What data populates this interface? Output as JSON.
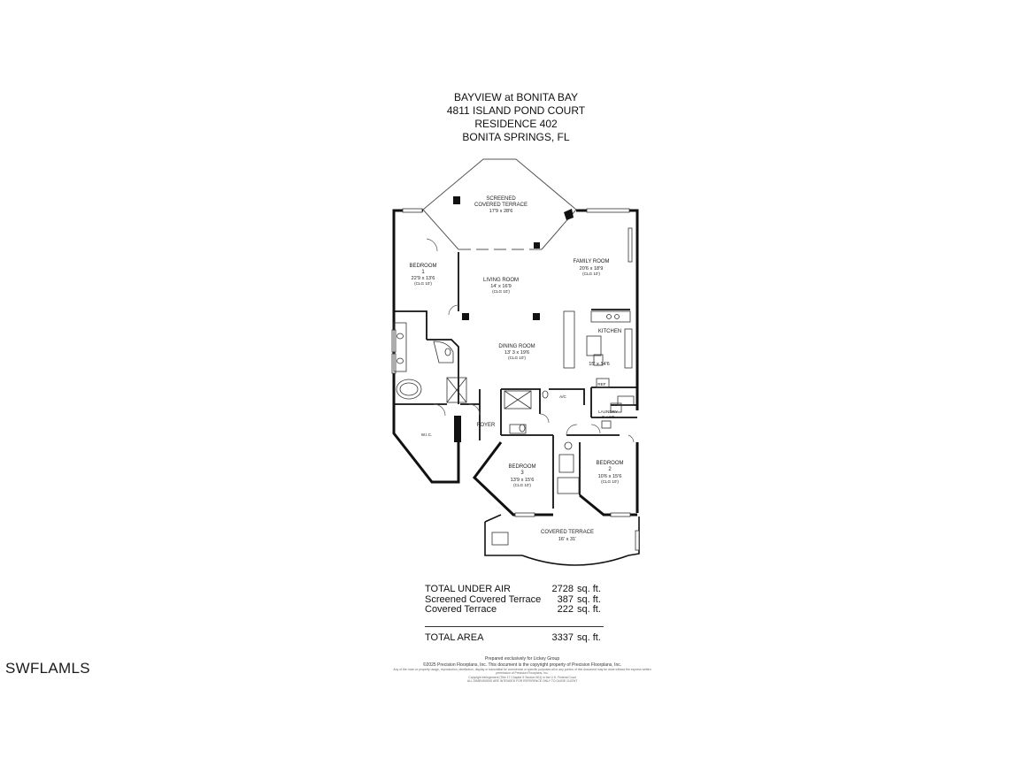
{
  "header": {
    "line1": "BAYVIEW at BONITA BAY",
    "line2": "4811 ISLAND POND COURT",
    "line3": "RESIDENCE 402",
    "line4": "BONITA SPRINGS, FL"
  },
  "rooms": {
    "screened_terrace": {
      "name1": "SCREENED",
      "name2": "COVERED TERRACE",
      "dim": "17'9 x 28'6"
    },
    "bedroom1": {
      "name": "BEDROOM",
      "num": "1",
      "dim": "22'9 x 13'6",
      "clg": "(CLG 10')"
    },
    "living": {
      "name": "LIVING ROOM",
      "dim": "14' x 16'9",
      "clg": "(CLG 10')"
    },
    "family": {
      "name": "FAMILY ROOM",
      "dim": "20'6 x 18'9",
      "clg": "(CLG 10')"
    },
    "kitchen": {
      "name": "KITCHEN",
      "dim": "15' x 14'6"
    },
    "dining": {
      "name": "DINING ROOM",
      "dim": "13' 3 x 19'6",
      "clg": "(CLG 10')"
    },
    "ref": {
      "name": "REF"
    },
    "ac": {
      "name": "A/C"
    },
    "laundry": {
      "name": "LAUNDRY",
      "dim": "6' x 6'9"
    },
    "wic": {
      "name": "W.I.C."
    },
    "foyer": {
      "name": "FOYER"
    },
    "bedroom3": {
      "name": "BEDROOM",
      "num": "3",
      "dim": "13'9 x 15'6",
      "clg": "(CLG 10')"
    },
    "bedroom2": {
      "name": "BEDROOM",
      "num": "2",
      "dim": "10'6 x 15'6",
      "clg": "(CLG 10')"
    },
    "covered_terrace": {
      "name": "COVERED TERRACE",
      "dim": "16' x 31'"
    }
  },
  "totals": [
    {
      "label": "TOTAL UNDER AIR",
      "value": "2728",
      "unit": "sq. ft."
    },
    {
      "label": "Screened Covered Terrace",
      "value": "387",
      "unit": "sq. ft."
    },
    {
      "label": "Covered Terrace",
      "value": "222",
      "unit": "sq. ft."
    }
  ],
  "total_area": {
    "label": "TOTAL AREA",
    "value": "3337",
    "unit": "sq. ft."
  },
  "credit": {
    "line1": "Prepared exclusively for Lickey Group",
    "line2": "©2025 Precision Floorplans, Inc.  This document is the copyright property of Precision Floorplans, Inc.",
    "line3": "Any of the room or property usage, reproduction, distribution, display or transmittal for commercial or specific purposes all or any portion of this document may be done without the express written permission of Precision Floorplans, Inc.",
    "line4": "Copyright infringement (Title 17 Chapter 5 Section 501) in the U.S. Federal Court",
    "line5": "ALL DIMENSIONS ARE INTENDED FOR REFERENCE ONLY TO GUIDE CLIENT"
  },
  "watermark": "SWFLAMLS",
  "colors": {
    "wall": "#111111",
    "line": "#333333",
    "background": "#ffffff"
  }
}
